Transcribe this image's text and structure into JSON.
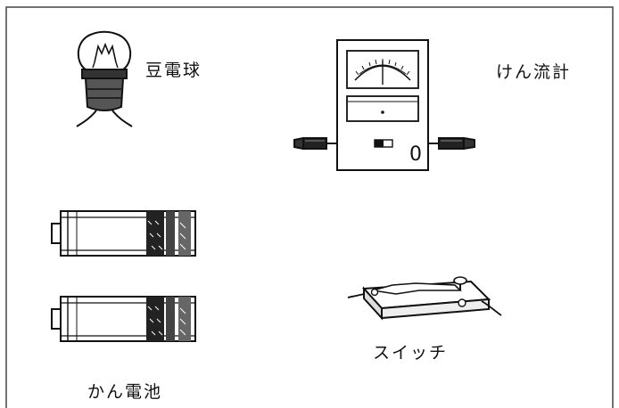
{
  "components": {
    "bulb": {
      "label": "豆電球",
      "icon": "light-bulb-icon"
    },
    "galvanometer": {
      "label": "けん流計",
      "zero_mark": "0",
      "icon": "galvanometer-icon"
    },
    "battery": {
      "label": "かん電池",
      "count": 2,
      "icon": "battery-icon"
    },
    "switch": {
      "label": "スイッチ",
      "icon": "knife-switch-icon"
    }
  },
  "colors": {
    "ink": "#111111",
    "paper": "#ffffff",
    "frame": "#444444"
  }
}
